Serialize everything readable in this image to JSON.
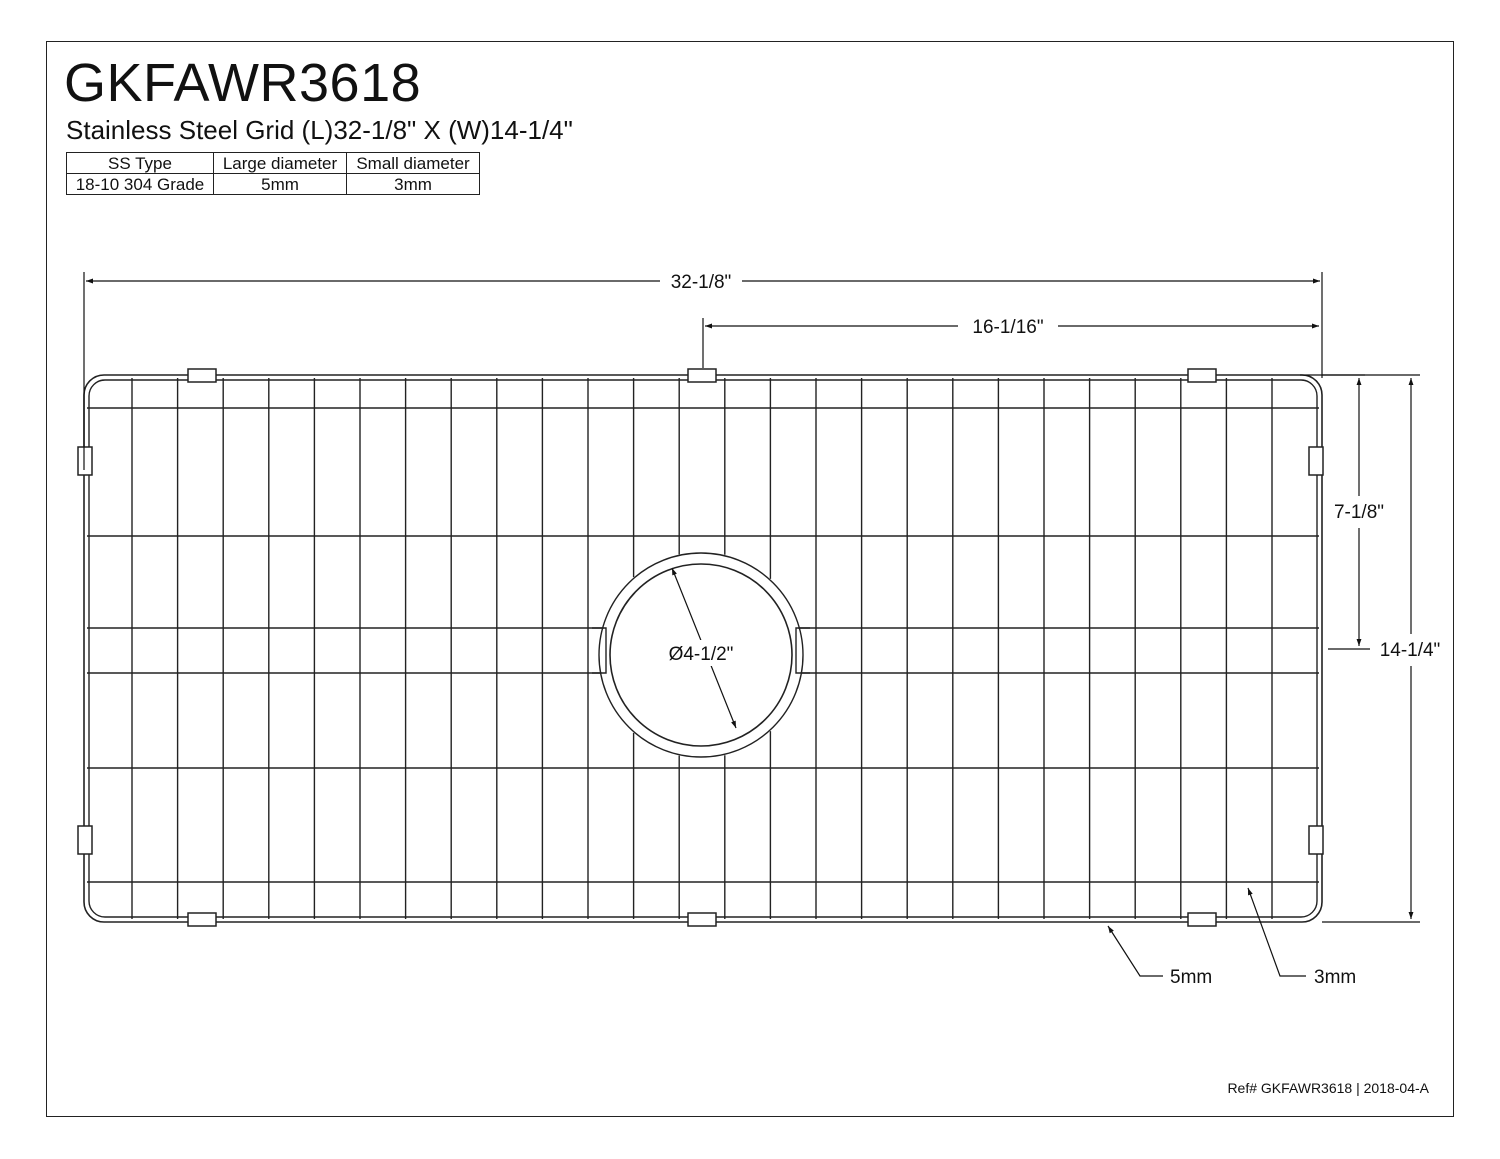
{
  "title": "GKFAWR3618",
  "subtitle": "Stainless Steel Grid (L)32-1/8\" X (W)14-1/4\"",
  "spec_table": {
    "headers": [
      "SS Type",
      "Large diameter",
      "Small diameter"
    ],
    "rows": [
      [
        "18-10 304 Grade",
        "5mm",
        "3mm"
      ]
    ]
  },
  "dimensions": {
    "length": "32-1/8\"",
    "half_length": "16-1/16\"",
    "half_width": "7-1/8\"",
    "width": "14-1/4\"",
    "drain_diameter": "Ø4-1/2\""
  },
  "callouts": {
    "large_wire": "5mm",
    "small_wire": "3mm"
  },
  "reference": "Ref# GKFAWR3618 | 2018-04-A"
}
